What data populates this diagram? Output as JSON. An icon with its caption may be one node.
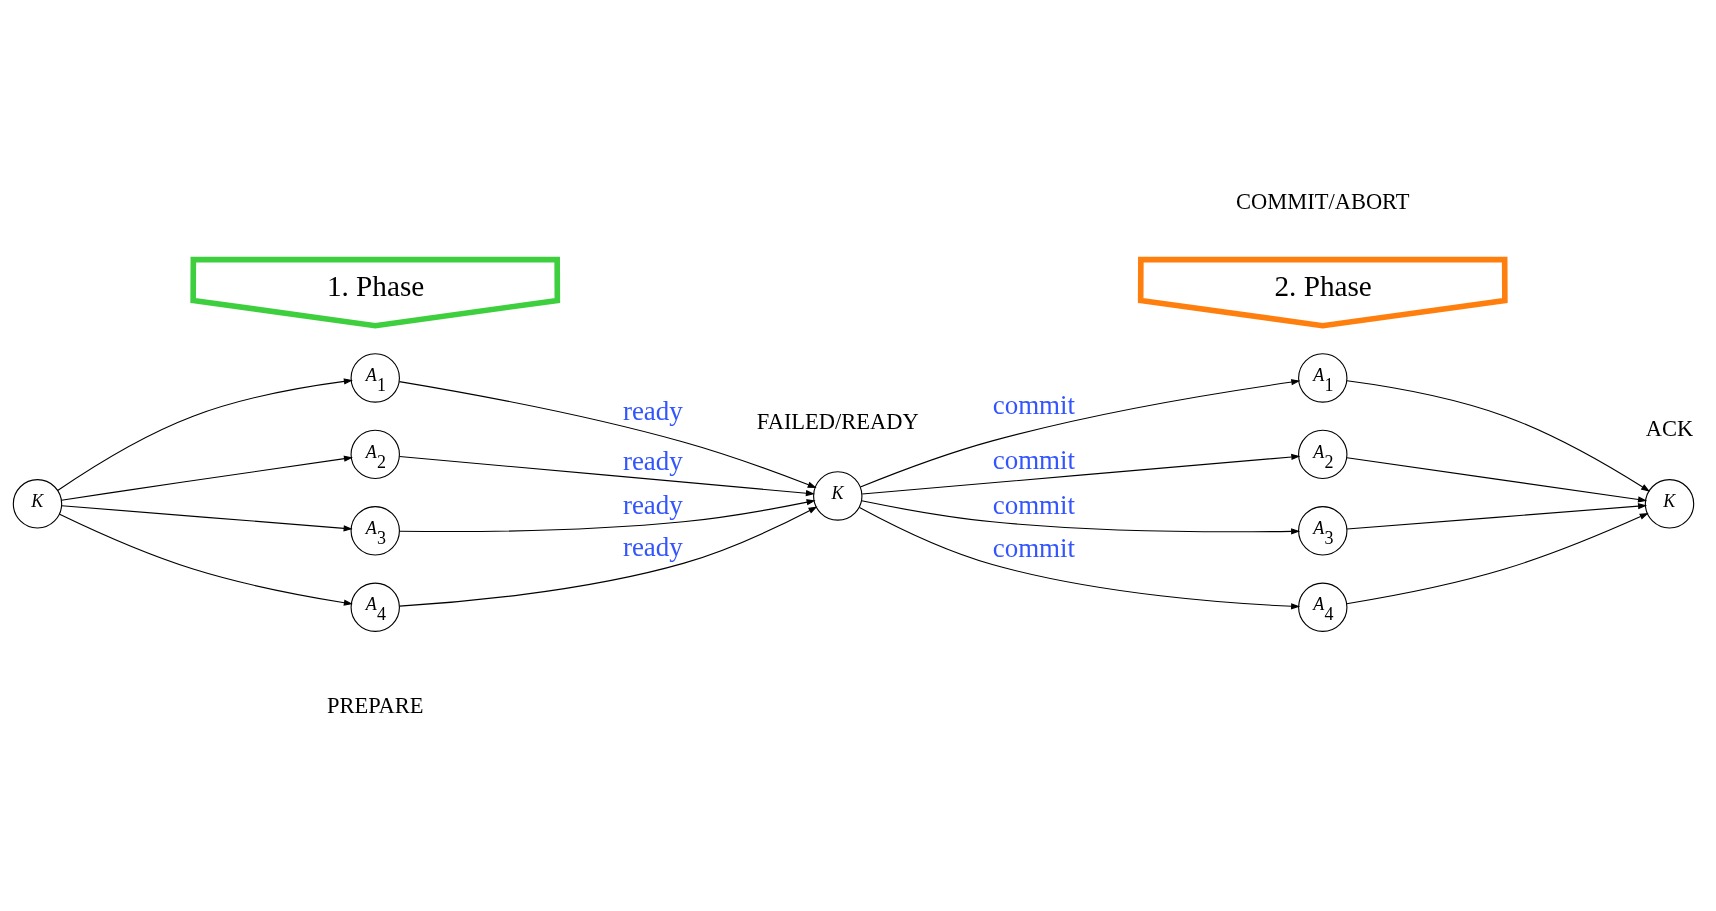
{
  "diagram": {
    "nodes": [
      {
        "text": [
          "*K*"
        ]
      },
      {
        "text": [
          "*A*$_{1}$"
        ]
      },
      {
        "text": [
          "*A*$_{2}$"
        ]
      },
      {
        "text": [
          "*A*$_{3}$"
        ]
      },
      {
        "text": [
          "*A*$_{4}$"
        ]
      },
      {
        "text": [
          "*K*"
        ]
      },
      {
        "text": [
          "*A*$_{1}$"
        ]
      },
      {
        "text": [
          "*A*$_{2}$"
        ]
      },
      {
        "text": [
          "*A*$_{3}$"
        ]
      },
      {
        "text": [
          "*A*$_{4}$"
        ]
      },
      {
        "text": [
          "*K*"
        ]
      },
      {
        "text": [
          "1. Phase"
        ]
      },
      {
        "text": [
          "2. Phase"
        ]
      }
    ],
    "edges": [
      {
        "from": 0,
        "to": 1,
        "arrow": "to"
      },
      {
        "from": 0,
        "to": 2,
        "arrow": "to"
      },
      {
        "from": 0,
        "to": 3,
        "arrow": "to"
      },
      {
        "from": 0,
        "to": 4,
        "arrow": "to"
      },
      {
        "from": 1,
        "to": 5,
        "arrow": "to",
        "label": "ready"
      },
      {
        "from": 2,
        "to": 5,
        "arrow": "to",
        "label": "ready"
      },
      {
        "from": 3,
        "to": 5,
        "arrow": "to",
        "label": "ready"
      },
      {
        "from": 4,
        "to": 5,
        "arrow": "to",
        "label": "ready"
      },
      {
        "from": 5,
        "to": 6,
        "arrow": "to",
        "label": "commit"
      },
      {
        "from": 5,
        "to": 7,
        "arrow": "to",
        "label": "commit"
      },
      {
        "from": 5,
        "to": 8,
        "arrow": "to",
        "label": "commit"
      },
      {
        "from": 5,
        "to": 9,
        "arrow": "to",
        "label": "commit"
      },
      {
        "from": 6,
        "to": 10,
        "arrow": "to"
      },
      {
        "from": 7,
        "to": 10,
        "arrow": "to"
      },
      {
        "from": 8,
        "to": 10,
        "arrow": "to"
      },
      {
        "from": 9,
        "to": 10,
        "arrow": "to"
      }
    ],
    "labels": [
      "PREPARE",
      "FAILED/READY",
      "COMMIT/ABORT",
      "ACK"
    ]
  }
}
